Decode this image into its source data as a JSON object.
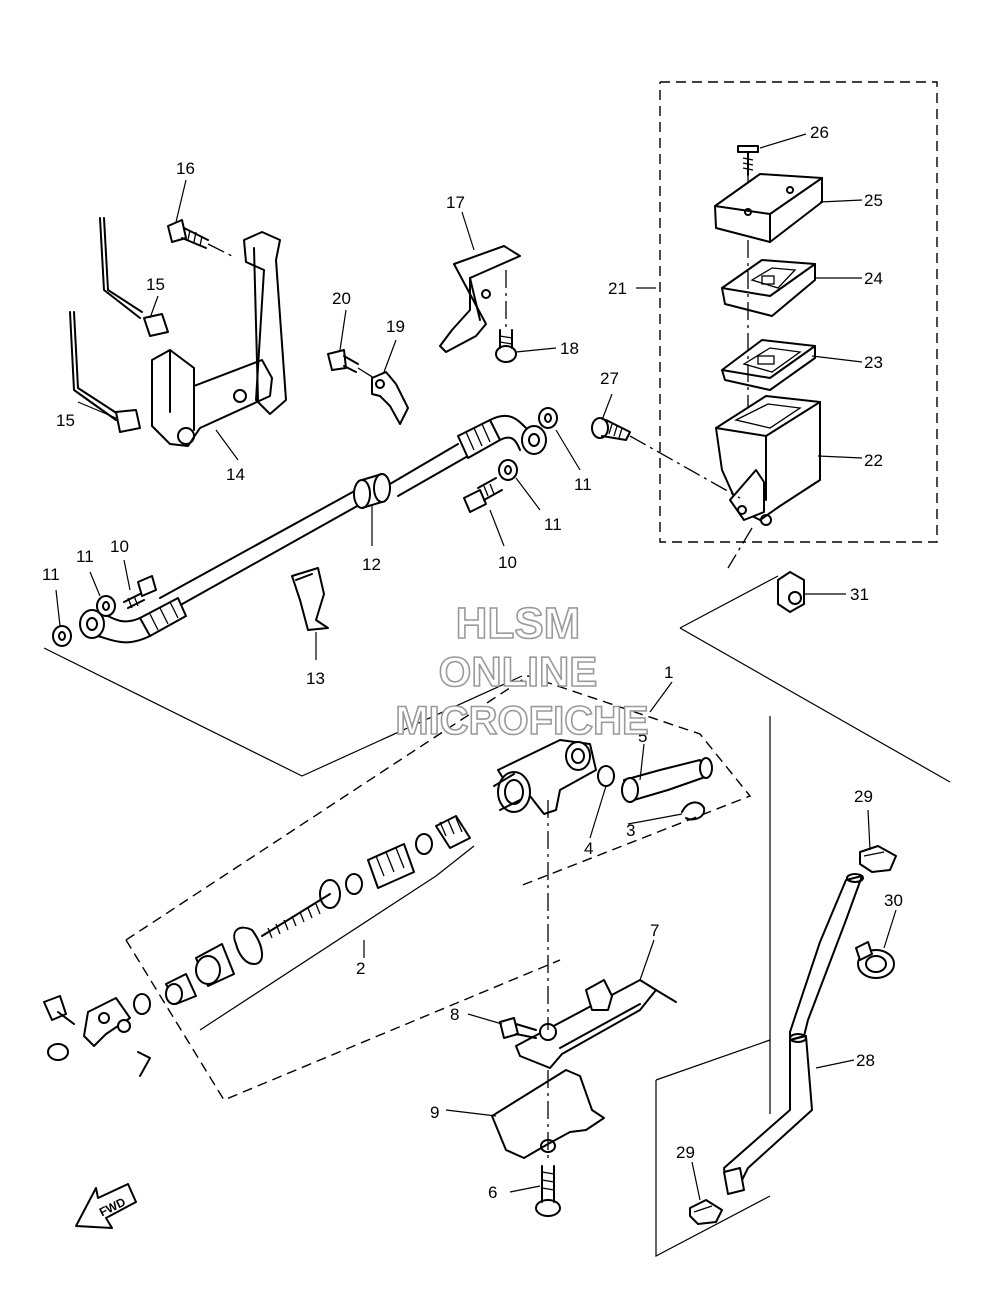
{
  "watermark": {
    "line1": "HLSM",
    "line2": "ONLINE",
    "line3": "MICROFICHE"
  },
  "direction_label": "FWD",
  "callouts": {
    "c1": "1",
    "c2": "2",
    "c3": "3",
    "c4": "4",
    "c5": "5",
    "c6": "6",
    "c7": "7",
    "c8": "8",
    "c9": "9",
    "c10a": "10",
    "c10b": "10",
    "c11a": "11",
    "c11b": "11",
    "c11c": "11",
    "c11d": "11",
    "c12": "12",
    "c13": "13",
    "c14": "14",
    "c15a": "15",
    "c15b": "15",
    "c16": "16",
    "c17": "17",
    "c18": "18",
    "c19": "19",
    "c20": "20",
    "c21": "21",
    "c22": "22",
    "c23": "23",
    "c24": "24",
    "c25": "25",
    "c26": "26",
    "c27": "27",
    "c28": "28",
    "c29a": "29",
    "c29b": "29",
    "c30": "30",
    "c31": "31"
  }
}
